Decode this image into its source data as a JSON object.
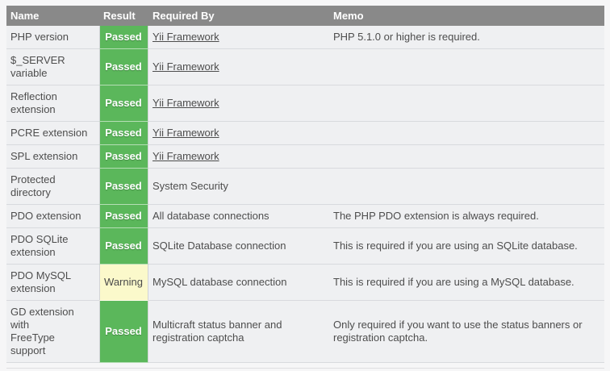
{
  "page": {
    "background": "#f6f6f7",
    "header_bg": "#898989",
    "row_bg": "#eff0f2",
    "passed_bg": "#5bb75b",
    "warning_bg": "#fbf9cb"
  },
  "table": {
    "columns": {
      "name": "Name",
      "result": "Result",
      "required_by": "Required By",
      "memo": "Memo"
    },
    "rows": [
      {
        "name": "PHP version",
        "result": "Passed",
        "result_type": "passed",
        "required_by": "Yii Framework",
        "required_by_is_link": true,
        "memo": "PHP 5.1.0 or higher is required."
      },
      {
        "name": "$_SERVER\nvariable",
        "result": "Passed",
        "result_type": "passed",
        "required_by": "Yii Framework",
        "required_by_is_link": true,
        "memo": ""
      },
      {
        "name": "Reflection\nextension",
        "result": "Passed",
        "result_type": "passed",
        "required_by": "Yii Framework",
        "required_by_is_link": true,
        "memo": ""
      },
      {
        "name": "PCRE extension",
        "result": "Passed",
        "result_type": "passed",
        "required_by": "Yii Framework",
        "required_by_is_link": true,
        "memo": ""
      },
      {
        "name": "SPL extension",
        "result": "Passed",
        "result_type": "passed",
        "required_by": "Yii Framework",
        "required_by_is_link": true,
        "memo": ""
      },
      {
        "name": "Protected\ndirectory",
        "result": "Passed",
        "result_type": "passed",
        "required_by": "System Security",
        "required_by_is_link": false,
        "memo": ""
      },
      {
        "name": "PDO extension",
        "result": "Passed",
        "result_type": "passed",
        "required_by": "All database connections",
        "required_by_is_link": false,
        "memo": "The PHP PDO extension is always required."
      },
      {
        "name": "PDO SQLite\nextension",
        "result": "Passed",
        "result_type": "passed",
        "required_by": "SQLite Database connection",
        "required_by_is_link": false,
        "memo": "This is required if you are using an SQLite database."
      },
      {
        "name": "PDO MySQL\nextension",
        "result": "Warning",
        "result_type": "warning",
        "required_by": "MySQL database connection",
        "required_by_is_link": false,
        "memo": "This is required if you are using a MySQL database."
      },
      {
        "name": "GD extension\nwith\nFreeType\nsupport",
        "result": "Passed",
        "result_type": "passed",
        "required_by": "Multicraft status banner and\nregistration captcha",
        "required_by_is_link": false,
        "memo": "Only required if you want to use the status banners or\nregistration captcha."
      }
    ]
  }
}
